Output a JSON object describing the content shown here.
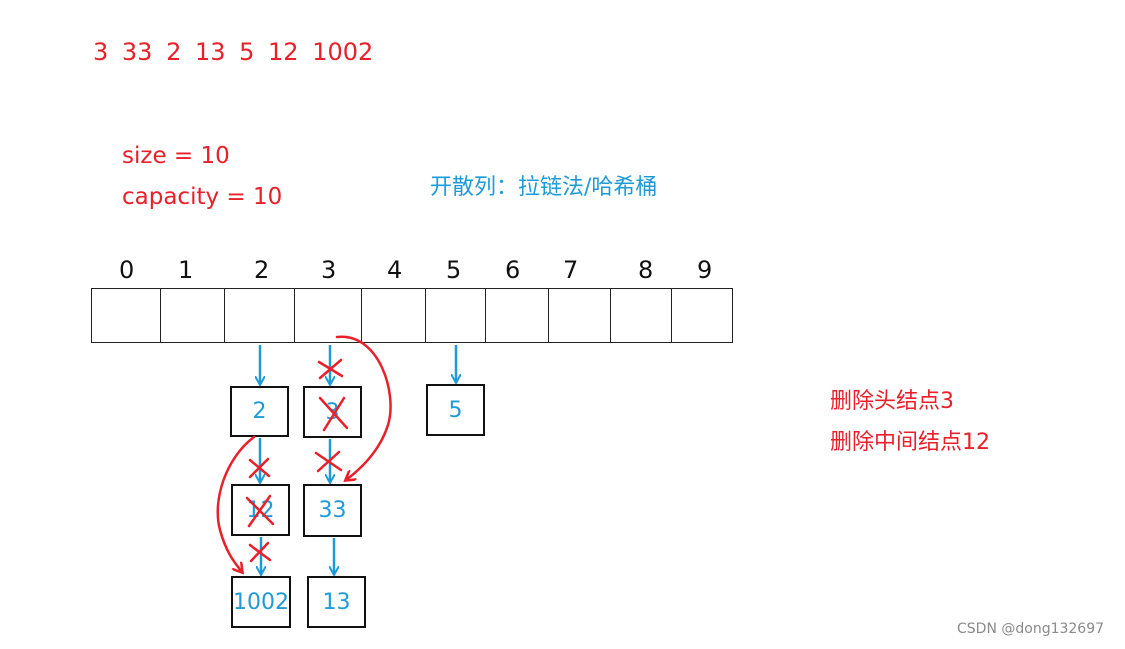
{
  "sequence": "3  33  2  13  5  12  1002",
  "size_label": "size = 10",
  "capacity_label": "capacity = 10",
  "title": "开散列：拉链法/哈希桶",
  "notes": [
    "删除头结点3",
    "删除中间结点12"
  ],
  "watermark": "CSDN @dong132697",
  "indices": [
    "0",
    "1",
    "2",
    "3",
    "4",
    "5",
    "6",
    "7",
    "8",
    "9"
  ],
  "nodes": {
    "b2_n1": "2",
    "b2_n2": "12",
    "b2_n3": "1002",
    "b3_n1": "3",
    "b3_n2": "33",
    "b3_n3": "13",
    "b5_n1": "5"
  },
  "colors": {
    "annotation_red": "#e8202a",
    "value_blue": "#1e9bd7",
    "outline": "#111111"
  }
}
